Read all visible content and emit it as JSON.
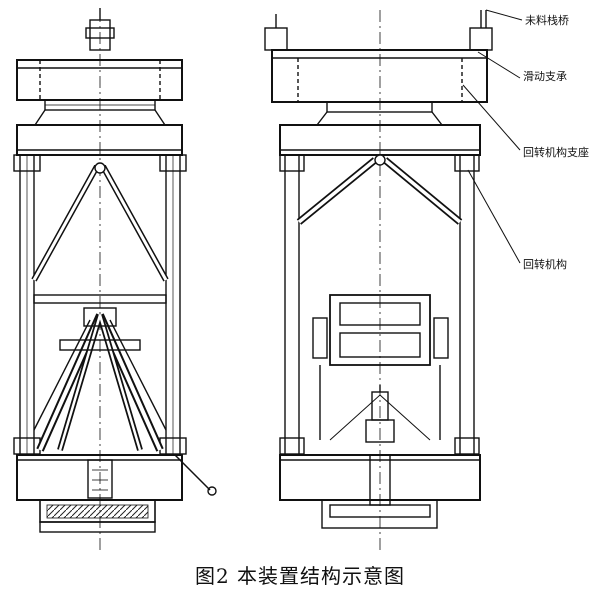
{
  "figure": {
    "caption": "图2  本装置结构示意图",
    "callouts": [
      {
        "id": "bridge",
        "text": "未料栈桥"
      },
      {
        "id": "slide",
        "text": "滑动支承"
      },
      {
        "id": "pivot-support",
        "text": "回转机构支座"
      },
      {
        "id": "slew",
        "text": "回转机构"
      }
    ]
  }
}
